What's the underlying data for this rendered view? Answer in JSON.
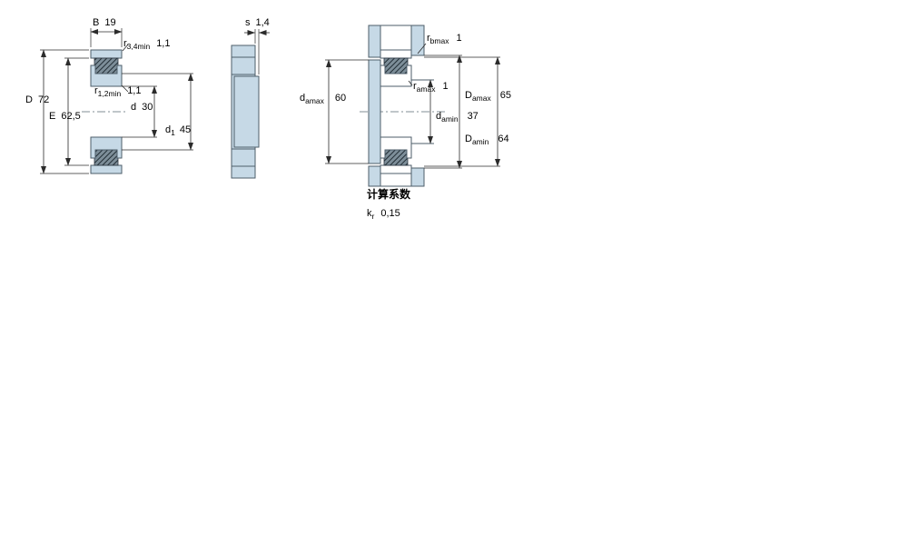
{
  "colors": {
    "part_fill": "#c6d9e6",
    "outline": "#4e5e6a",
    "hatch_dark": "#222e36",
    "dim_line": "#2b2b2b"
  },
  "fig_bearing_section": {
    "dims": {
      "B": {
        "symbol": "B",
        "sub": "",
        "value": "19"
      },
      "r34": {
        "symbol": "r",
        "sub": "3,4min",
        "value": "1,1"
      },
      "D": {
        "symbol": "D",
        "sub": "",
        "value": "72"
      },
      "E": {
        "symbol": "E",
        "sub": "",
        "value": "62,5"
      },
      "r12": {
        "symbol": "r",
        "sub": "1,2min",
        "value": "1,1"
      },
      "d": {
        "symbol": "d",
        "sub": "",
        "value": "30"
      },
      "d1": {
        "symbol": "d",
        "sub": "1",
        "value": "45"
      }
    }
  },
  "fig_side_view": {
    "dims": {
      "s": {
        "symbol": "s",
        "sub": "",
        "value": "1,4"
      }
    }
  },
  "fig_abutment": {
    "dims": {
      "rb": {
        "symbol": "r",
        "sub": "bmax",
        "value": "1"
      },
      "ra": {
        "symbol": "r",
        "sub": "amax",
        "value": "1"
      },
      "damax": {
        "symbol": "d",
        "sub": "amax",
        "value": "60"
      },
      "damin": {
        "symbol": "d",
        "sub": "amin",
        "value": "37"
      },
      "Damax": {
        "symbol": "D",
        "sub": "amax",
        "value": "65"
      },
      "Damin": {
        "symbol": "D",
        "sub": "amin",
        "value": "64"
      }
    }
  },
  "calculation": {
    "title": "计算系数",
    "kr": {
      "symbol": "k",
      "sub": "r",
      "value": "0,15"
    }
  }
}
